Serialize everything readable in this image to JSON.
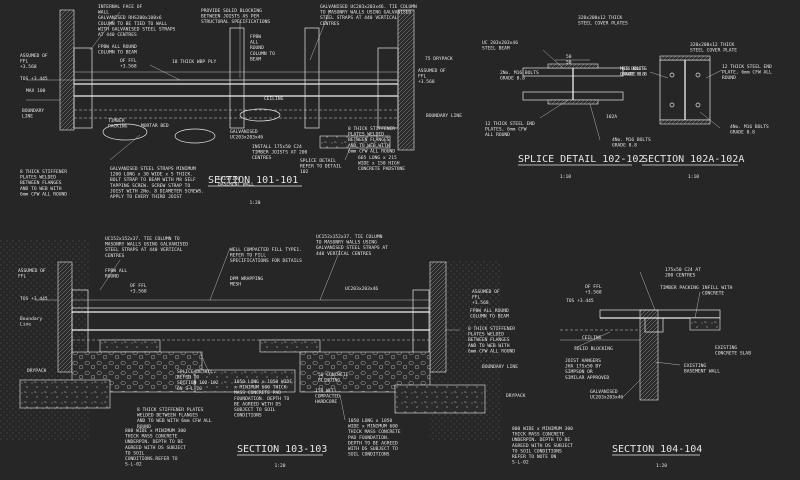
{
  "sections": [
    {
      "id": "s101",
      "title": "SECTION 101-101",
      "scale": "1:20"
    },
    {
      "id": "s102",
      "title": "SPLICE DETAIL 102-102",
      "scale": "1:10"
    },
    {
      "id": "s102a",
      "title": "SECTION 102A-102A",
      "scale": "1:10"
    },
    {
      "id": "s103",
      "title": "SECTION 103-103",
      "scale": "1:20"
    },
    {
      "id": "s104",
      "title": "SECTION 104-104",
      "scale": "1:20"
    }
  ],
  "notes": {
    "n_internal_face": [
      "INTERNAL FACE OF",
      "WALL",
      "GALVANISED RHS200x100x6",
      "COLUMN TO BE TIED TO WALL",
      "WITH GALVANISED STEEL STRAPS",
      "AT 440 CENTRES"
    ],
    "n_solid_blocking": [
      "PROVIDE SOLID BLOCKING",
      "BETWEEN JOISTS AS PER",
      "STRUCTURAL SPECIFICATIONS"
    ],
    "n_galv_uc_top": [
      "GALVANISED UC203x203x46. TIE COLUMN",
      "TO MASONRY WALLS USING GALVANISED",
      "STEEL STRAPS AT 440 VERTICAL",
      "CENTRES"
    ],
    "n_fpbw_left": [
      "FPBW ALL ROUND",
      "COLUMN TO BEAM"
    ],
    "n_ffl_left": [
      "OF FFL",
      "+3.568"
    ],
    "n_wbp": [
      "18 THICK WBP PLY"
    ],
    "n_fpbw_mid": [
      "FPBW",
      "ALL",
      "ROUND",
      "COLUMN TO",
      "BEAM"
    ],
    "n_drypack_top": [
      "75 DRYPACK"
    ],
    "n_assumed_ffl_r": [
      "ASSUMED OF",
      "FFL",
      "+3.568"
    ],
    "n_assumed_left": [
      "ASSUMED OF",
      "FFL",
      "+3.568"
    ],
    "n_tos_left": [
      "TOS +3.445"
    ],
    "n_max100": [
      "MAX 100"
    ],
    "n_boundary_101": [
      "BOUNDARY",
      "LINE"
    ],
    "n_timber_packing": [
      "TIMBER",
      "PACKING"
    ],
    "n_mortar_bed": [
      "MORTAR BED"
    ],
    "n_ceiling_101": [
      "CEILING"
    ],
    "n_galv_uc_mid": [
      "GALVANISED",
      "UC203x203x46"
    ],
    "n_install_joists": [
      "INSTALL 175x50 C24",
      "TIMBER JOISTS AT 200",
      "CENTRES"
    ],
    "n_stiffener_101": [
      "8 THICK STIFFENER",
      "PLATES WELDED",
      "BETWEEN FLANGES",
      "AND TO WEB WITH",
      "6mm CFW ALL ROUND"
    ],
    "n_boundary_101r": [
      "BOUNDARY LINE"
    ],
    "n_splice_refer": [
      "SPLICE DETAIL",
      "REFER TO DETAIL",
      "102"
    ],
    "n_padstone": [
      "665 LONG x 215",
      "WIDE x 150 HIGH",
      "CONCRETE PADSTONE"
    ],
    "n_existing_wall_101": [
      "EXISTING",
      "BASEMENT WALL"
    ],
    "n_stiffener_101l": [
      "8 THICK STIFFENER",
      "PLATES WELDED",
      "BETWEEN FLANGES",
      "AND TO WEB WITH",
      "6mm CFW ALL ROUND"
    ],
    "n_straps": [
      "GALVANISED STEEL STRAPS MINIMUM",
      "1200 LONG x 30 WIDE x 5 THICK.",
      "BOLT STRAP TO BEAM WITH M8 SELF",
      "TAPPING SCREW. SCREW STRAP TO",
      "JOIST WITH 2No. 8 DIAMETER SCREWS.",
      "APPLY TO EVERY THIRD JOIST"
    ],
    "n_cover_102": [
      "320x200x12 THICK",
      "STEEL COVER PLATES"
    ],
    "n_uc_102": [
      "UC 203x203x46",
      "STEEL BEAM"
    ],
    "n_dim_102": [
      "50",
      "50"
    ],
    "n_m16_102": [
      "2No. M16 BOLTS",
      "GRADE 8.8"
    ],
    "n_m16_102r": [
      "M16 BOLTS",
      "GRADE 8.8"
    ],
    "n_endplate_102": [
      "12 THICK STEEL END",
      "PLATES, 6mm CFW",
      "ALL ROUND"
    ],
    "n_m16_102b": [
      "4No. M16 BOLTS",
      "GRADE 8.8"
    ],
    "n_tag_102a": [
      "102A"
    ],
    "n_cover_102a": [
      "320x200x12 THICK",
      "STEEL COVER PLATE"
    ],
    "n_m16_102a": [
      "M16 BOLTS",
      "GRADE 8.8"
    ],
    "n_endplate_102a": [
      "12 THICK STEEL END",
      "PLATE, 6mm CFW ALL",
      "ROUND"
    ],
    "n_m16_102ab": [
      "4No. M16 BOLTS",
      "GRADE 8.8"
    ],
    "n_uc152": [
      "UC152x152x37. TIE COLUMN TO",
      "MASONRY WALLS USING GALVANISED",
      "STEEL STRAPS AT 440 VERTICAL",
      "CENTRES"
    ],
    "n_fpbw_103": [
      "FPBW ALL",
      "ROUND"
    ],
    "n_ffl_103": [
      "OF FFL",
      "+3.568"
    ],
    "n_assumed_103l": [
      "ASSUMED OF",
      "FFL"
    ],
    "n_tos_103": [
      "TOS +3.445"
    ],
    "n_boundary_103": [
      "Boundary",
      "Line"
    ],
    "n_drypack_103l": [
      "DRYPACK"
    ],
    "n_wellfill": [
      "WELL COMPACTED FILL TYPE1.",
      "REFER TO FILL",
      "SPECIFICATIONS FOR DETAILS"
    ],
    "n_dpm": [
      "DPM WRAPPING",
      "MESH"
    ],
    "n_uc152_mid": [
      "UC152x152x37. TIE COLUMN",
      "TO MASONRY WALLS USING",
      "GALVANISED STEEL STRAPS AT",
      "440 VERTICAL CENTRES"
    ],
    "n_uc203_103": [
      "UC203x203x46"
    ],
    "n_assumed_103r": [
      "ASSUMED OF",
      "FFL",
      "+3.568"
    ],
    "n_fpbw_103r": [
      "FPBW ALL ROUND",
      "COLUMN TO BEAM"
    ],
    "n_stiffener_103": [
      "8 THICK STIFFENER",
      "PLATES WELDED",
      "BETWEEN FLANGES",
      "AND TO WEB WITH",
      "6mm CFW ALL ROUND"
    ],
    "n_boundary_103r": [
      "BOUNDARY LINE"
    ],
    "n_splice_103": [
      "SPLICE DETAIL.",
      "REFER TO",
      "SECTION 102-102",
      "ON S-L-20"
    ],
    "n_stiffener_103b": [
      "8 THICK STIFFENER PLATES",
      "WELDED BETWEEN FLANGES",
      "AND TO WEB WITH 6mm CFW ALL",
      "ROUND"
    ],
    "n_pad_1050a": [
      "1050 LONG x 1050 WIDE",
      "x MINIMUM 600 THICK",
      "MASS CONCRETE PAD",
      "FOUNDATION. DEPTH TO",
      "BE AGREED WITH DS",
      "SUBJECT TO SOIL",
      "CONDITIONS"
    ],
    "n_blinding": [
      "50 CONCRETE",
      "BLINDING"
    ],
    "n_hardcore": [
      "150 WELL",
      "COMPACTED",
      "HARDCORE"
    ],
    "n_pad_1050b": [
      "1050 LONG x 1050",
      "WIDE x MINIMUM 600",
      "THICK MASS CONCRETE",
      "PAD FOUNDATION.",
      "DEPTH TO BE AGREED",
      "WITH DS SUBJECT TO",
      "SOIL CONDITIONS"
    ],
    "n_drypack_103r": [
      "DRYPACK"
    ],
    "n_underpin_l": [
      "800 WIDE x MINIMUM 300",
      "THICK MASS CONCRETE",
      "UNDERPIN. DEPTH TO BE",
      "AGREED WITH DS SUBJECT",
      "TO SOIL",
      "CONDITIONS.REFER TO",
      "S-L-02"
    ],
    "n_underpin_r": [
      "800 WIDE x MINIMUM 300",
      "THICK MASS CONCRETE",
      "UNDERPIN. DEPTH TO BE",
      "AGREED WITH DS SUBJECT",
      "TO SOIL CONDITIONS",
      "REFER TO NOTE ON",
      "S-L-02"
    ],
    "n_c24_104": [
      "175x50 C24 AT",
      "200 CENTRES"
    ],
    "n_ffl_104": [
      "OF FFL",
      "+3.568"
    ],
    "n_tos_104": [
      "TOS +3.445"
    ],
    "n_timber_104": [
      "TIMBER PACKING"
    ],
    "n_infill_104": [
      "INFILL WITH",
      "CONCRETE"
    ],
    "n_ceiling_104": [
      "CEILING"
    ],
    "n_blocking_104": [
      "SOLID BLOCKING"
    ],
    "n_conc_slab_104": [
      "EXISTING",
      "CONCRETE SLAB"
    ],
    "n_hangers_104": [
      "JOIST HANGERS",
      "JHA 175x50 BY",
      "SIMPSON OR",
      "SIMILAR APPROVED"
    ],
    "n_wall_104": [
      "EXISTING",
      "BASEMENT WALL"
    ],
    "n_galv_104": [
      "GALVANISED",
      "UC203x203x46"
    ]
  }
}
